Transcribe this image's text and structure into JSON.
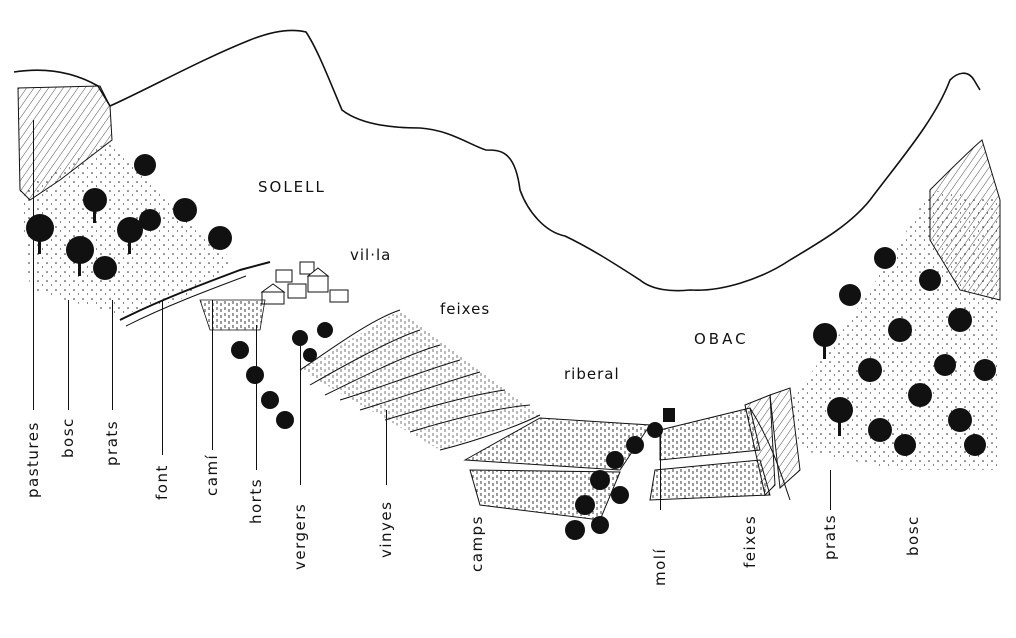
{
  "zones": {
    "solell": "SOLELL",
    "villa": "vil·la",
    "feixes_top": "feixes",
    "obac": "OBAC",
    "riberal": "riberal"
  },
  "labels": {
    "pastures": "pastures",
    "bosc_left": "bosc",
    "prats_left": "prats",
    "font": "font",
    "cami": "camí",
    "horts": "horts",
    "vergers": "vergers",
    "vinyes": "vinyes",
    "camps": "camps",
    "moli": "molí",
    "feixes_right": "feixes",
    "prats_right": "prats",
    "bosc_right": "bosc"
  },
  "colors": {
    "ink": "#111111",
    "paper": "#ffffff"
  }
}
